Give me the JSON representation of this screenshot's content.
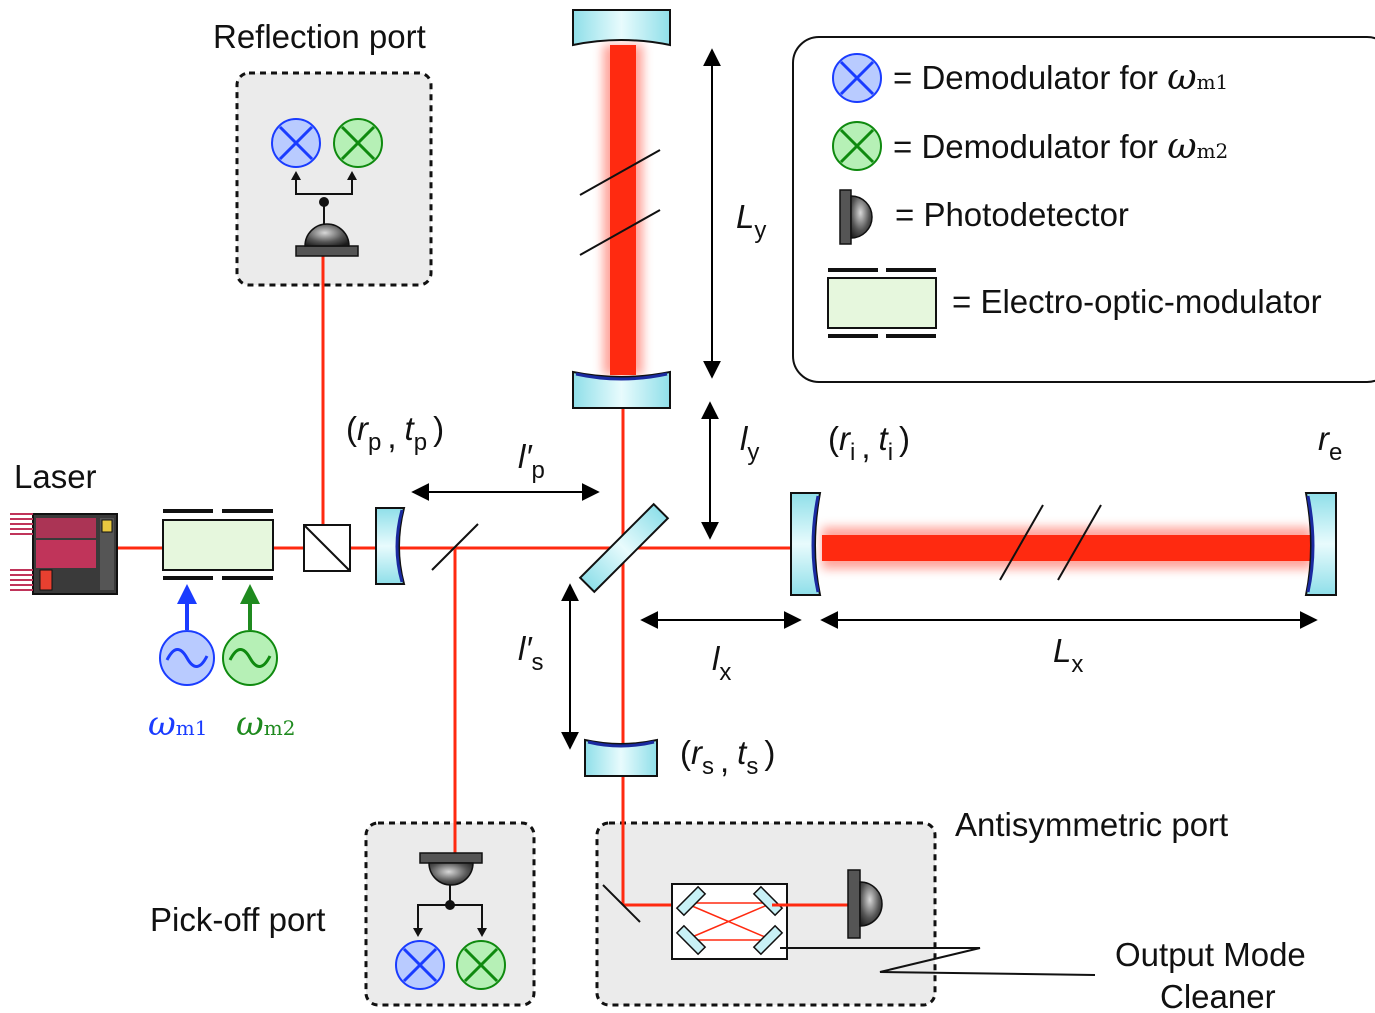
{
  "ports": {
    "reflection": "Reflection port",
    "pickoff": "Pick-off port",
    "antisymmetric": "Antisymmetric port",
    "omc_line1": "Output Mode",
    "omc_line2": "Cleaner"
  },
  "source": {
    "laser": "Laser"
  },
  "legend": {
    "demod1_text": "= Demodulator for ",
    "demod2_text": "= Demodulator for ",
    "omega_symbol": "ω",
    "m1_sub": "m1",
    "m2_sub": "m2",
    "photodetector": "= Photodetector",
    "eom": "= Electro-optic-modulator"
  },
  "oscillators": {
    "omega": "ω",
    "m1": "m1",
    "m2": "m2"
  },
  "labels": {
    "rp": "r",
    "rp_sub": "p",
    "tp": "t",
    "tp_sub": "p",
    "ri": "r",
    "ri_sub": "i",
    "ti": "t",
    "ti_sub": "i",
    "rs": "r",
    "rs_sub": "s",
    "ts": "t",
    "ts_sub": "s",
    "re": "r",
    "re_sub": "e",
    "lpp": "l′",
    "lpp_sub": "p",
    "lps": "l′",
    "lps_sub": "s",
    "ly": "l",
    "ly_sub": "y",
    "lx": "l",
    "lx_sub": "x",
    "Ly": "L",
    "Ly_sub": "y",
    "Lx": "L",
    "Lx_sub": "x",
    "open": "(",
    "comma": ",",
    "close": ")"
  },
  "colors": {
    "beam": "#ff2a10",
    "demod1_fill": "#b9cbff",
    "demod1_stroke": "#1a3cff",
    "demod2_fill": "#b6f0b6",
    "demod2_stroke": "#0f8a0f",
    "omega1": "#1a3cff",
    "omega2": "#1f8a1f",
    "mirror_fill": "#c8f1f6",
    "eom_fill": "#e6f7dd",
    "port_fill": "#ebebeb",
    "laser_body": "#c0345a"
  }
}
